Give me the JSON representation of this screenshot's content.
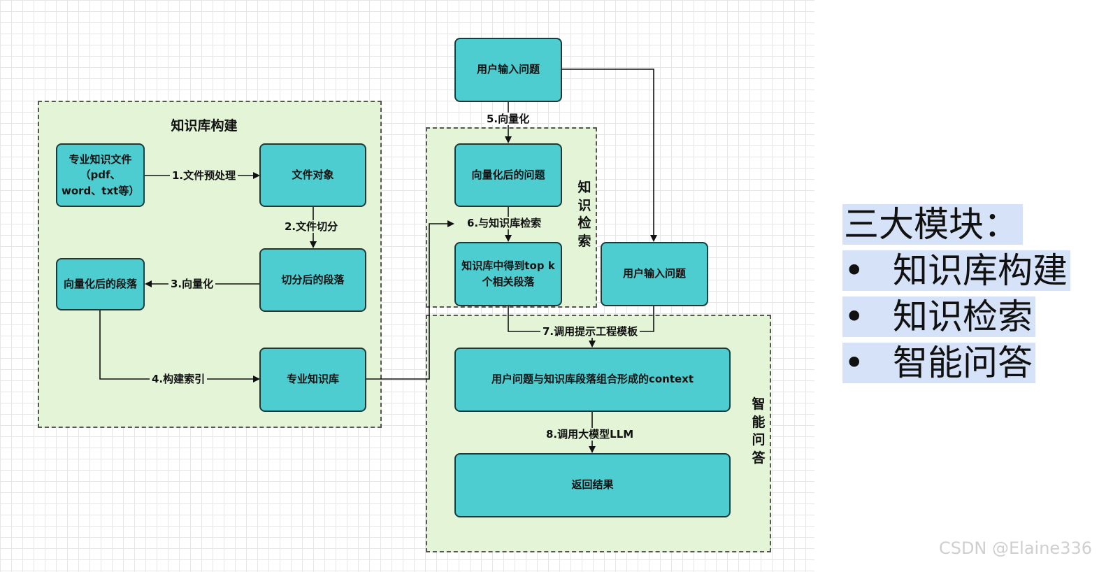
{
  "groups": {
    "build": "知识库构建",
    "retrieve": "知\n识\n检\n索",
    "qa": "智\n能\n问\n答"
  },
  "nodes": {
    "source_files": "专业知识文件\n（pdf、\nword、txt等）",
    "file_object": "文件对象",
    "split_paragraphs": "切分后的段落",
    "vector_paragraphs": "向量化后的段落",
    "knowledge_base": "专业知识库",
    "user_question_top": "用户输入问题",
    "vector_question": "向量化后的问题",
    "topk": "知识库中得到top k\n个相关段落",
    "user_question_right": "用户输入问题",
    "context": "用户问题与知识库段落组合形成的context",
    "result": "返回结果"
  },
  "edges": {
    "e1": "1.文件预处理",
    "e2": "2.文件切分",
    "e3": "3.向量化",
    "e4": "4.构建索引",
    "e5": "5.向量化",
    "e6": "6.与知识库检索",
    "e7": "7.调用提示工程模板",
    "e8": "8.调用大模型LLM"
  },
  "summary": {
    "title": "三大模块：",
    "bullet": "•",
    "items": [
      "知识库构建",
      "知识检索",
      "智能问答"
    ]
  },
  "watermark": "CSDN @Elaine336",
  "colors": {
    "node_fill": "#4ecdd0",
    "group_fill": "#e3f5d6",
    "highlight": "#d6e2f7"
  }
}
